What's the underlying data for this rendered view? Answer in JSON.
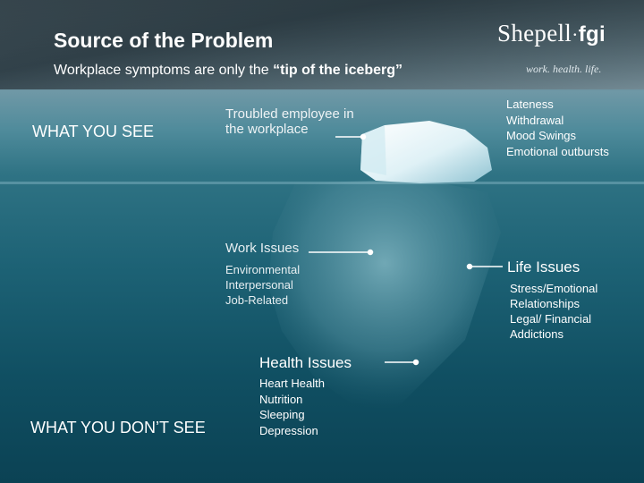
{
  "header": {
    "title": "Source of the Problem",
    "subtitle_prefix": "Workplace symptoms are only the ",
    "subtitle_emphasis": "“tip of the iceberg”"
  },
  "logo": {
    "name_main": "Shepell",
    "name_suffix": "fgi",
    "tagline": "work. health. life."
  },
  "labels": {
    "what_you_see": "WHAT YOU SEE",
    "what_you_dont_see": "WHAT YOU DON’T SEE",
    "troubled_employee": "Troubled employee in the workplace"
  },
  "symptoms": [
    "Lateness",
    "Withdrawal",
    "Mood Swings",
    "Emotional outbursts"
  ],
  "work_issues": {
    "heading": "Work Issues",
    "items": [
      "Environmental",
      "Interpersonal",
      "Job-Related"
    ]
  },
  "life_issues": {
    "heading": "Life Issues",
    "items": [
      "Stress/Emotional",
      "Relationships",
      "Legal/ Financial",
      "Addictions"
    ]
  },
  "health_issues": {
    "heading": "Health Issues",
    "items": [
      "Heart Health",
      "Nutrition",
      "Sleeping",
      "Depression"
    ]
  },
  "colors": {
    "text": "#ffffff",
    "ice_light": "#e8f6fa",
    "ice_shadow": "#8fc3d2",
    "water_deep": "#0b4254"
  }
}
